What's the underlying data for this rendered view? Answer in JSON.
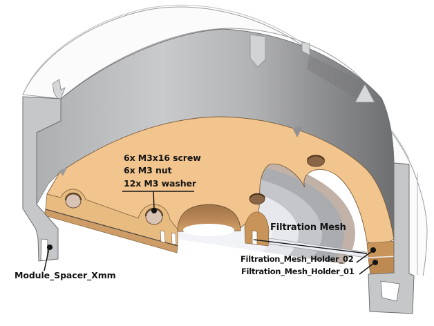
{
  "figure": {
    "kind": "CAD cutaway assembly diagram",
    "description": "Half-section view of a cylindrical filtration module"
  },
  "labels": {
    "screw": "6x M3x16 screw",
    "nut": "6x M3 nut",
    "washer": "12x M3 washer",
    "mesh": "Filtration Mesh",
    "holder02": "Filtration_Mesh_Holder_02",
    "holder01": "Filtration_Mesh_Holder_01",
    "spacer": "Module_Spacer_Xmm"
  },
  "colors": {
    "holder_tan_top": "#F2C58F",
    "holder_tan_cut": "#E8BB81",
    "holder_tan_dark": "#C89459",
    "holder_tan_deep": "#BE8A52",
    "spacer_gray": "#C6C7C9",
    "mesh_light": "#EDEEF3",
    "annotation": "#141414",
    "background": "#FFFFFF"
  }
}
